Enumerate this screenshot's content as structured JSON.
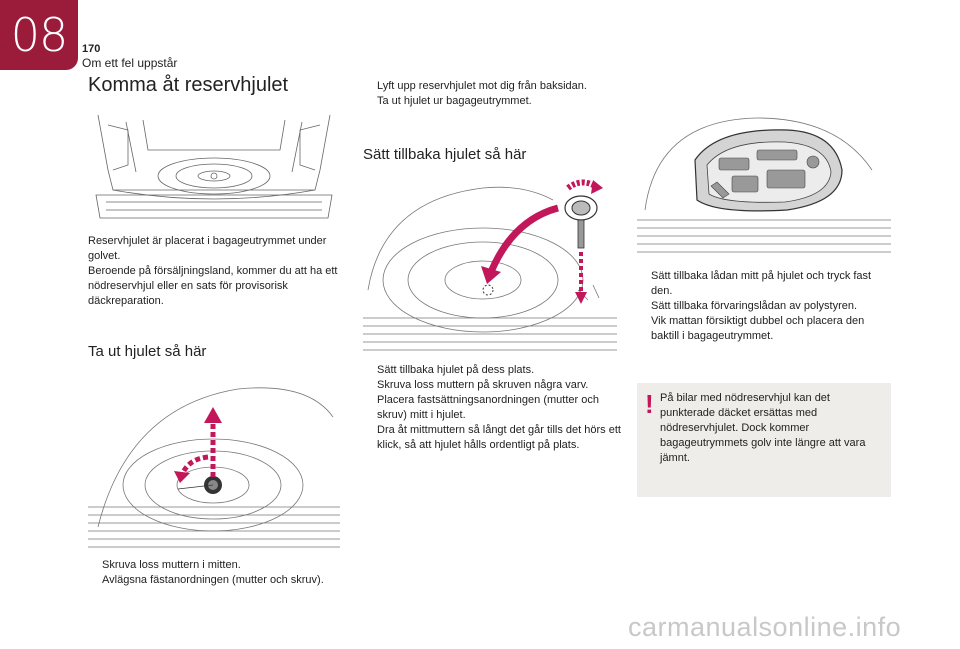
{
  "header": {
    "chapter": "08",
    "page_number": "170",
    "section": "Om ett fel uppstår"
  },
  "col1": {
    "title": "Komma åt reservhjulet",
    "intro": [
      "Reservhjulet är placerat i bagageutrymmet under golvet.",
      "Beroende på försäljningsland, kommer du att ha ett nödreservhjul eller en sats för provisorisk däckreparation."
    ],
    "remove_heading": "Ta ut hjulet så här",
    "steps": [
      "Skruva loss muttern i mitten.",
      "Avlägsna fästanordningen (mutter och skruv)."
    ]
  },
  "col2": {
    "top_steps": [
      "Lyft upp reservhjulet mot dig från baksidan.",
      "Ta ut hjulet ur bagageutrymmet."
    ],
    "refit_heading": "Sätt tillbaka hjulet så här",
    "steps": [
      "Sätt tillbaka hjulet på dess plats.",
      "Skruva loss muttern på skruven några varv.",
      "Placera fastsättningsanordningen (mutter och skruv) mitt i hjulet.",
      "Dra åt mittmuttern så långt det går tills det hörs ett klick, så att hjulet hålls ordentligt på plats."
    ]
  },
  "col3": {
    "steps": [
      "Sätt tillbaka lådan mitt på hjulet och tryck fast den.",
      "Sätt tillbaka förvaringslådan av polystyren.",
      "Vik mattan försiktigt dubbel och placera den baktill i bagageutrymmet."
    ],
    "note_mark": "!",
    "note": "På bilar med nödreservhjul kan det punkterade däcket ersättas med nödreservhjulet. Dock kommer bagageutrymmets golv inte längre att vara jämnt."
  },
  "bullet_glyph": "",
  "watermark": "carmanualsonline.info",
  "colors": {
    "accent": "#9b1b3a",
    "arrow": "#c2185b",
    "note_bg": "#eeede9"
  }
}
